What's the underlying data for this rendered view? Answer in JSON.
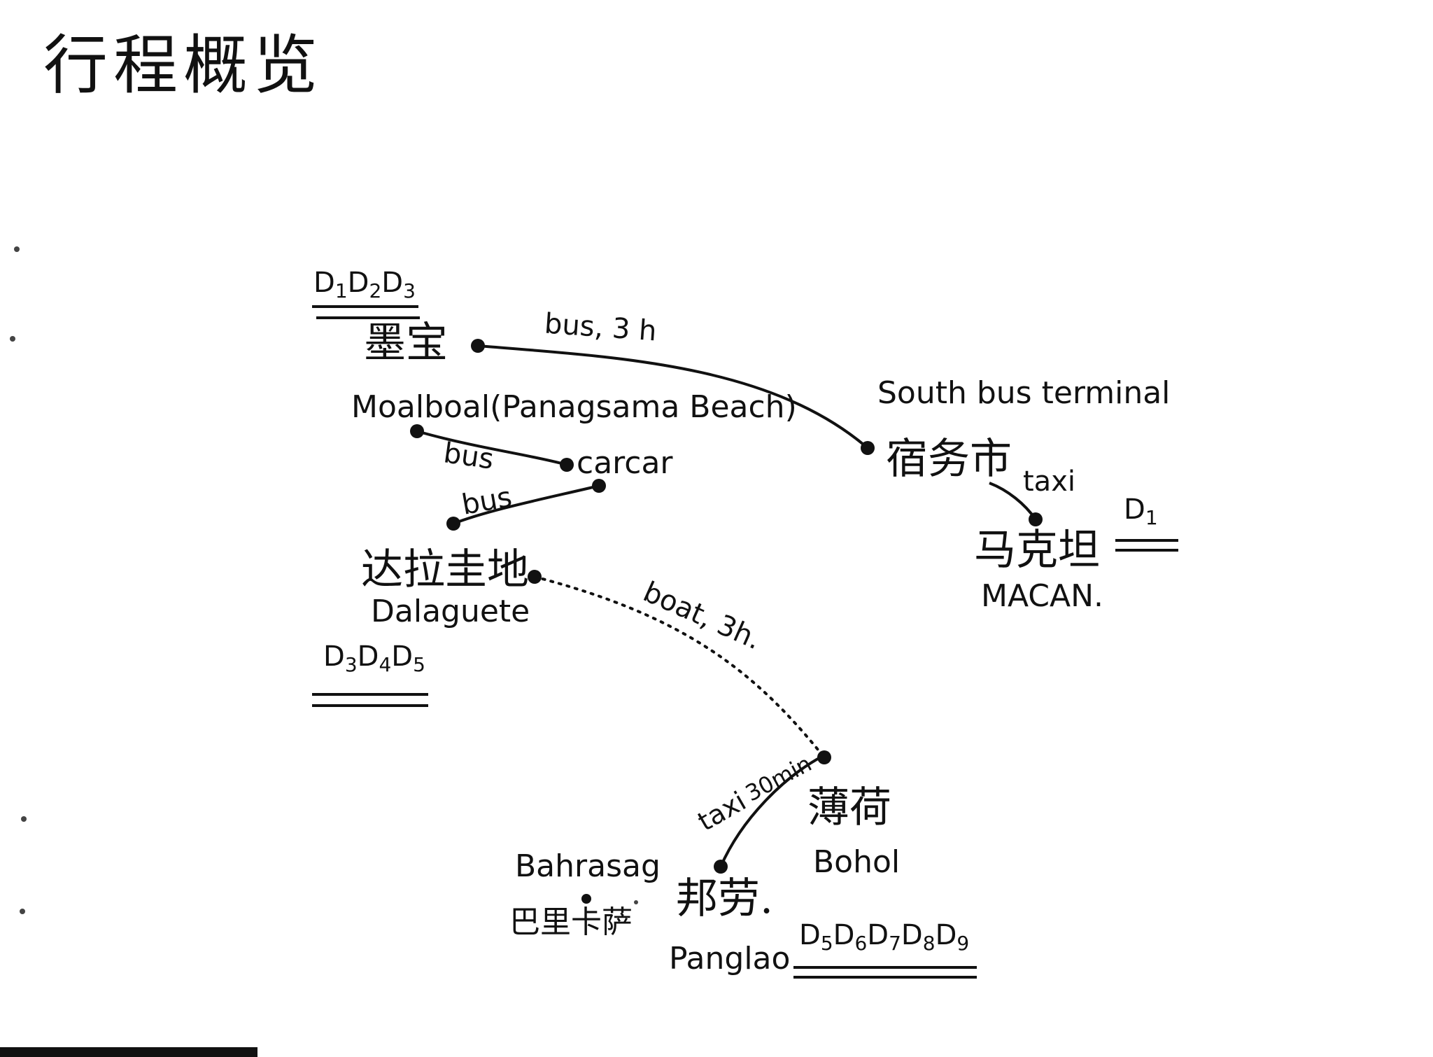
{
  "title": "行程概览",
  "places": {
    "moalboal": {
      "zh": "墨宝",
      "en": "Moalboal(Panagsama Beach)",
      "days": [
        "1",
        "2",
        "3"
      ]
    },
    "carcar": {
      "en": "carcar"
    },
    "dalaguete": {
      "zh": "达拉圭地",
      "en": "Dalaguete",
      "days": [
        "3",
        "4",
        "5"
      ]
    },
    "south_bus_terminal": {
      "en": "South bus terminal",
      "zh": "宿务市"
    },
    "mactan": {
      "zh": "马克坦",
      "en": "MACAN.",
      "days": [
        "1"
      ]
    },
    "bohol": {
      "zh": "薄荷",
      "en": "Bohol",
      "days": [
        "5",
        "6",
        "7",
        "8",
        "9"
      ]
    },
    "panglao": {
      "zh": "邦劳.",
      "en": "Panglao"
    },
    "baclayon": {
      "en": "Bahrasag",
      "zh": "巴里卡萨"
    }
  },
  "routes": {
    "moalboal_cebu": "bus, 3 h",
    "moalboal_carcar": "bus",
    "carcar_dalaguete": "bus",
    "cebu_mactan": "taxi",
    "dalaguete_bohol": "boat, 3h.",
    "bohol_panglao_mode": "taxi",
    "bohol_panglao_time": "30min"
  }
}
